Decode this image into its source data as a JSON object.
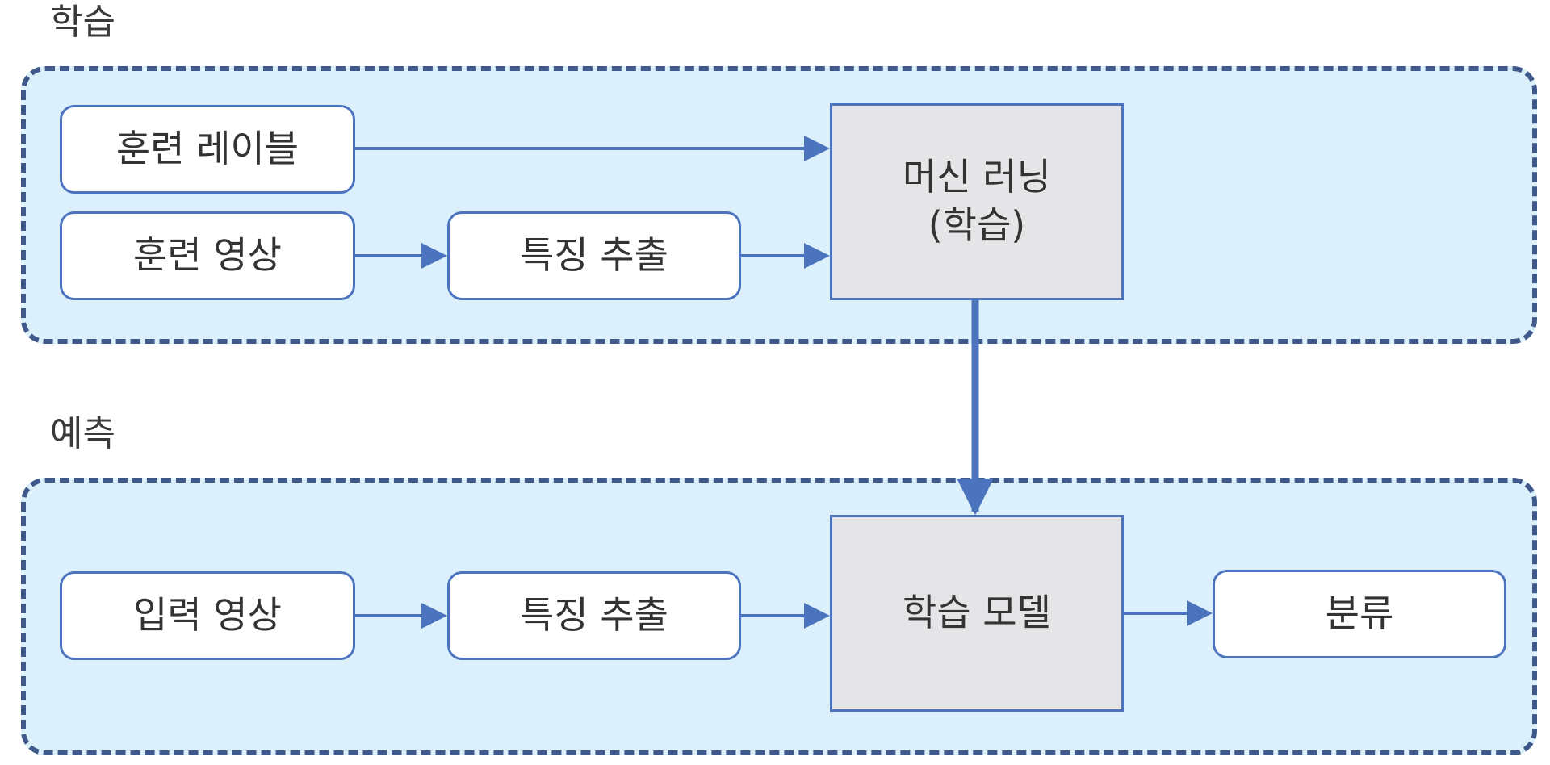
{
  "training": {
    "title": "학습",
    "label_box": "훈련 레이블",
    "image_box": "훈련 영상",
    "feature_box": "특징 추출",
    "ml_box": {
      "line1": "머신 러닝",
      "line2": "(학습)"
    }
  },
  "prediction": {
    "title": "예측",
    "input_box": "입력 영상",
    "feature_box": "특징 추출",
    "model_box": "학습 모델",
    "classify_box": "분류"
  },
  "colors": {
    "panel_fill": "#dcf0fb",
    "panel_border": "#3f5a8a",
    "box_border": "#4b73be",
    "arrow": "#4b73be",
    "model_fill": "#e5e5e8"
  }
}
